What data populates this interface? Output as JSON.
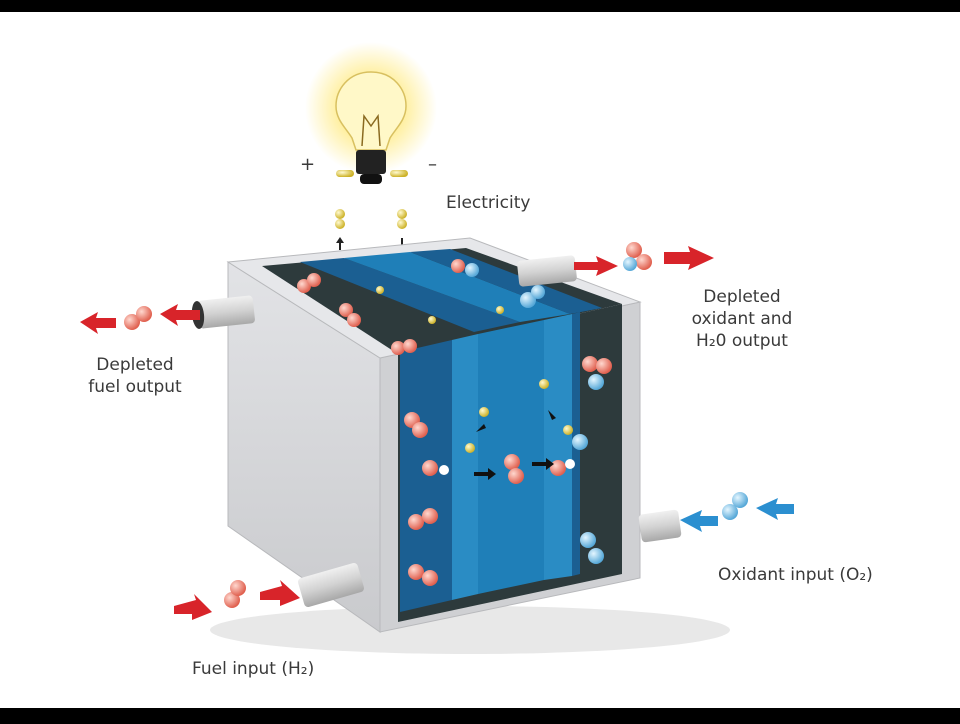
{
  "diagram": {
    "polarity": {
      "positive": "+",
      "negative": "–"
    },
    "labels": {
      "electricity": "Electricity",
      "depleted_fuel": "Depleted\nfuel output",
      "depleted_oxidant": "Depleted\noxidant and\nH₂0 output",
      "oxidant_input": "Oxidant input (O₂)",
      "fuel_input": "Fuel input (H₂)"
    },
    "colors": {
      "background": "#ffffff",
      "casing": "#d6d7da",
      "electrolyte": "#1f7fb8",
      "electrode": "#1b5f92",
      "chamber": "#2d3a3c",
      "fuel_arrow": "#d8242a",
      "oxidant_arrow": "#2b8fd0",
      "hydrogen_molecule": "#f08a7c",
      "oxygen_molecule": "#8fd0ee",
      "electron": "#e3cf3a",
      "bulb_glow": "#ffe873"
    },
    "icons": [
      "light-bulb-icon",
      "arrow-icon",
      "molecule-icon",
      "electron-icon"
    ]
  }
}
